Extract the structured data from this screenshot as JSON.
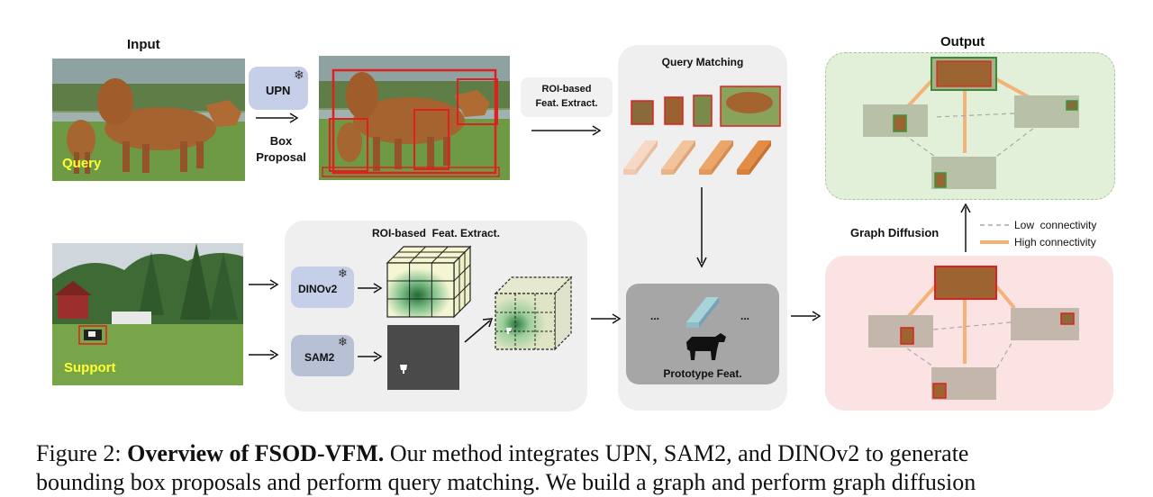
{
  "figure": {
    "input_label": "Input",
    "output_label": "Output",
    "query_text": "Query",
    "support_text": "Support",
    "upn_label": "UPN",
    "box_proposal_label": "Box\nProposal",
    "roi_top_label": "ROI-based\nFeat. Extract.",
    "roi_panel_title": "ROI-based  Feat. Extract.",
    "dinov2_label": "DINOv2",
    "sam2_label": "SAM2",
    "query_matching_label": "Query Matching",
    "prototype_label": "Prototype Feat.",
    "ellipsis_left": "...",
    "ellipsis_right": "...",
    "graph_diffusion_label": "Graph Diffusion",
    "legend_low": "Low  connectivity",
    "legend_high": "High connectivity",
    "frozen_icon": "snowflake-icon",
    "cow_icon": "cow-silhouette-icon"
  },
  "caption": {
    "prefix": "Figure 2: ",
    "title": "Overview of FSOD-VFM.",
    "line1_rest": " Our method integrates UPN, SAM2, and DINOv2 to generate",
    "line2": "bounding box proposals and perform query matching. We build a graph and perform graph diffusion"
  },
  "colors": {
    "proposal_box": "#e02020",
    "graph_high": "#f3b27a",
    "graph_low": "#a8a8a8",
    "query_text": "#ffff33",
    "panel_gray": "#efefef",
    "panel_green": "#e2efd9",
    "panel_pink": "#fbe3e4"
  }
}
